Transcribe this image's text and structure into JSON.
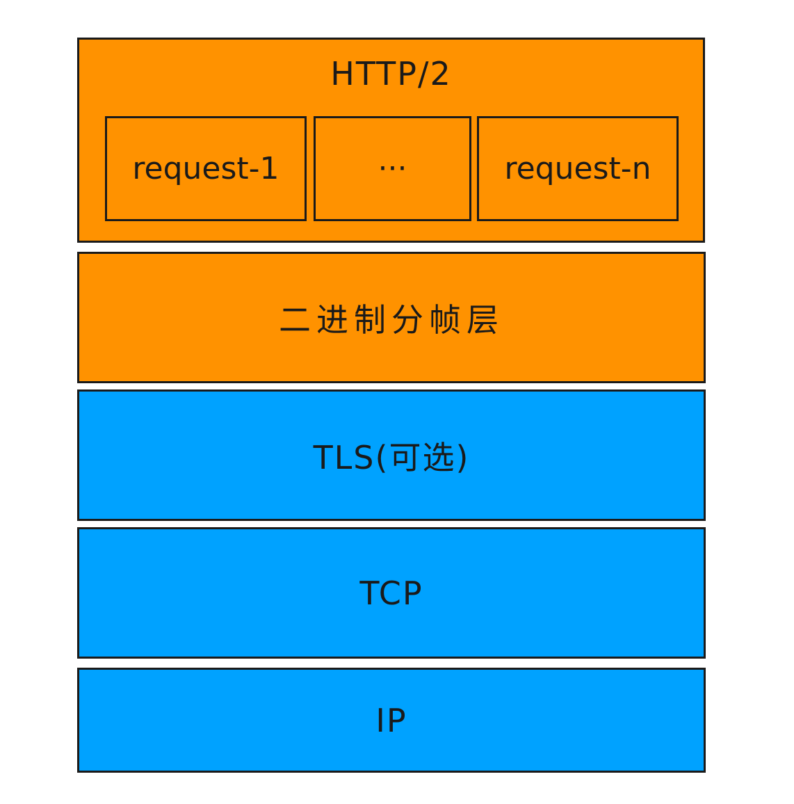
{
  "colors": {
    "orange": "#FF9200",
    "blue": "#00A2FF",
    "stroke": "#1a1a1a"
  },
  "http2": {
    "title": "HTTP/2",
    "requests": [
      {
        "label": "request-1"
      },
      {
        "label": "···"
      },
      {
        "label": "request-n"
      }
    ]
  },
  "layers": {
    "framing": "二进制分帧层",
    "tls": "TLS(可选)",
    "tcp": "TCP",
    "ip": "IP"
  }
}
